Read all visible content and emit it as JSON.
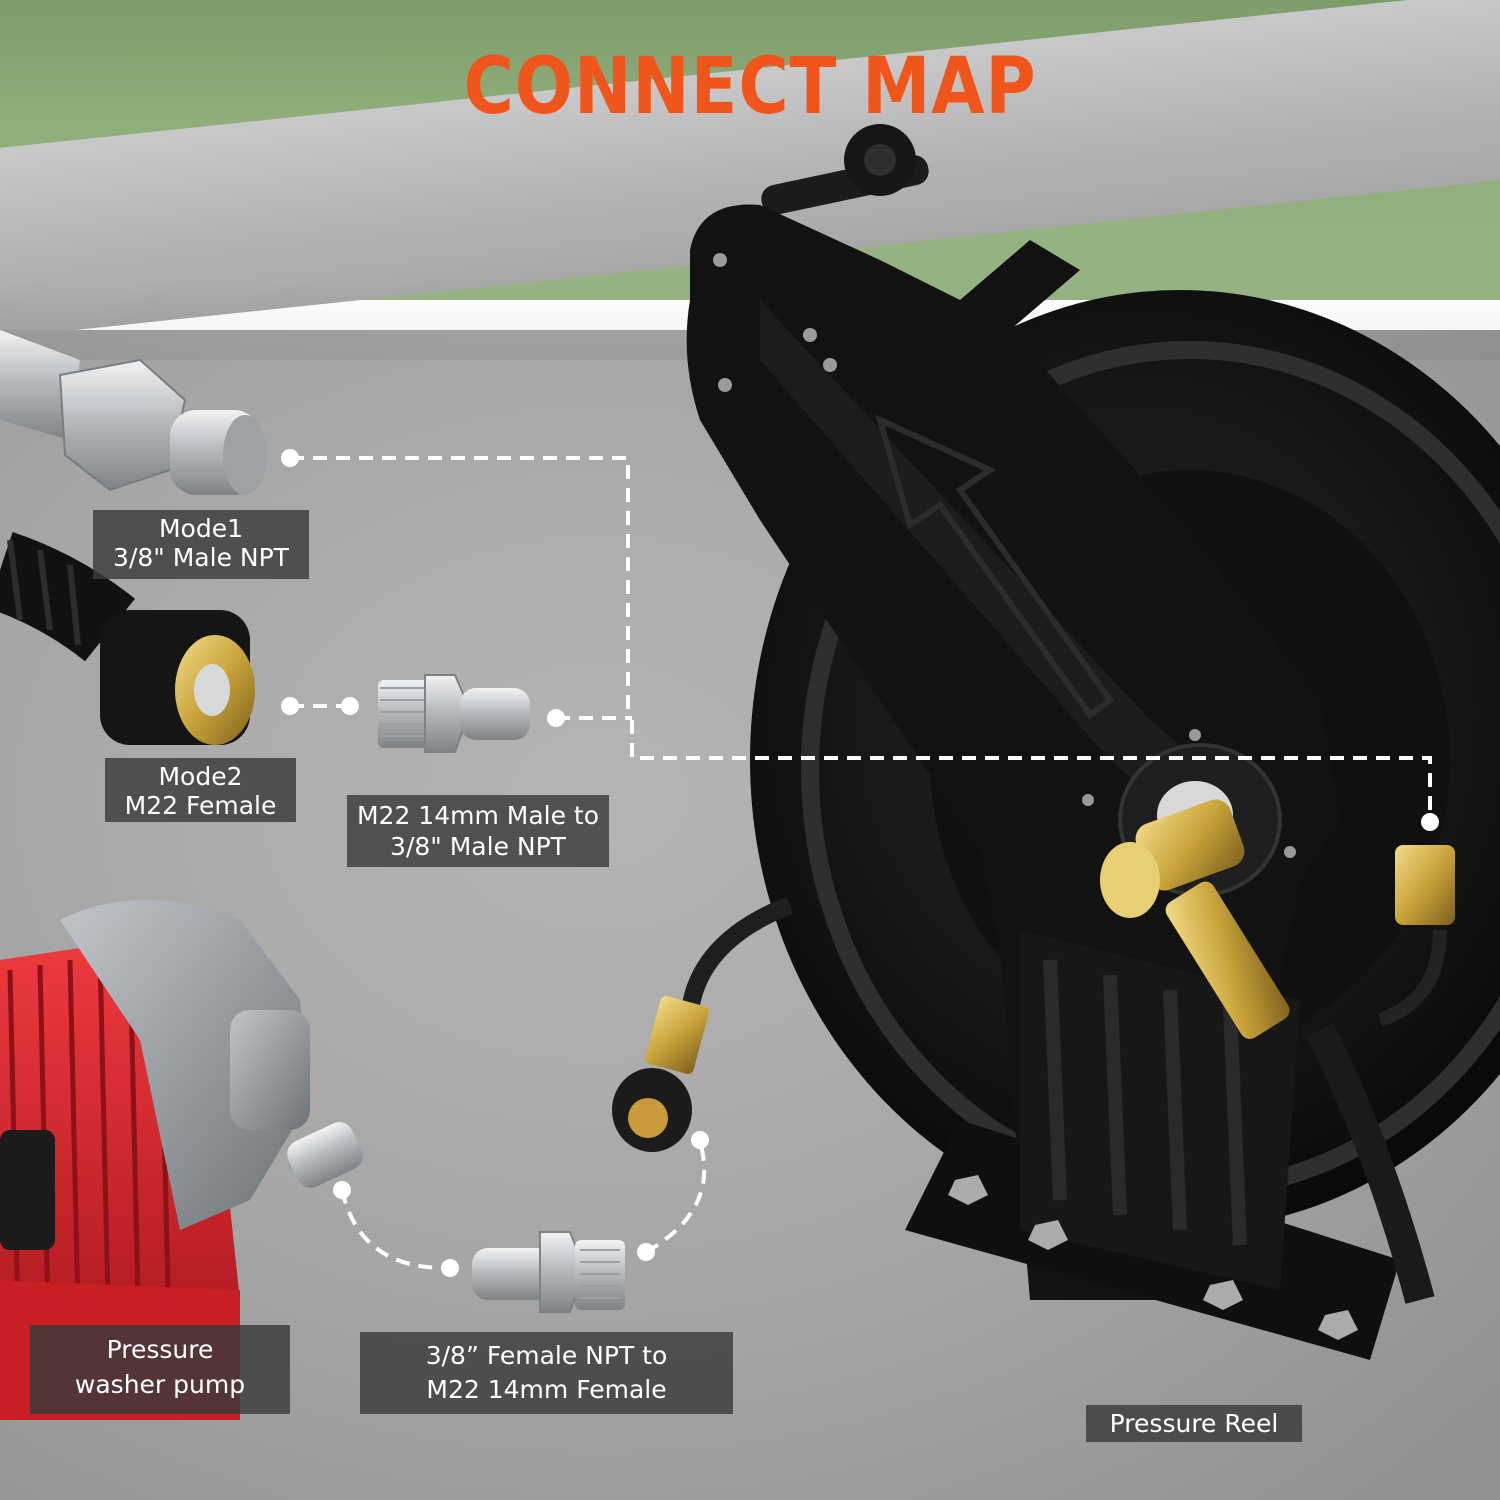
{
  "title": "CONNECT MAP",
  "labels": {
    "mode1": {
      "line1": "Mode1",
      "line2": "3/8\" Male NPT"
    },
    "mode2": {
      "line1": "Mode2",
      "line2": "M22 Female"
    },
    "adapter_top": {
      "line1": "M22 14mm Male to",
      "line2": "3/8\" Male NPT"
    },
    "adapter_bottom": {
      "line1": "3/8” Female NPT to",
      "line2": "M22 14mm Female"
    },
    "pump": {
      "line1": "Pressure",
      "line2": "washer pump"
    },
    "reel": "Pressure Reel"
  },
  "colors": {
    "title": "#f0561b",
    "label_bg": "#3a3a3a",
    "label_text": "#ffffff",
    "connector_line": "#ffffff",
    "pump_red": "#d8222a",
    "reel_black": "#141414",
    "brass": "#c9a43a",
    "steel": "#c8cacc"
  }
}
